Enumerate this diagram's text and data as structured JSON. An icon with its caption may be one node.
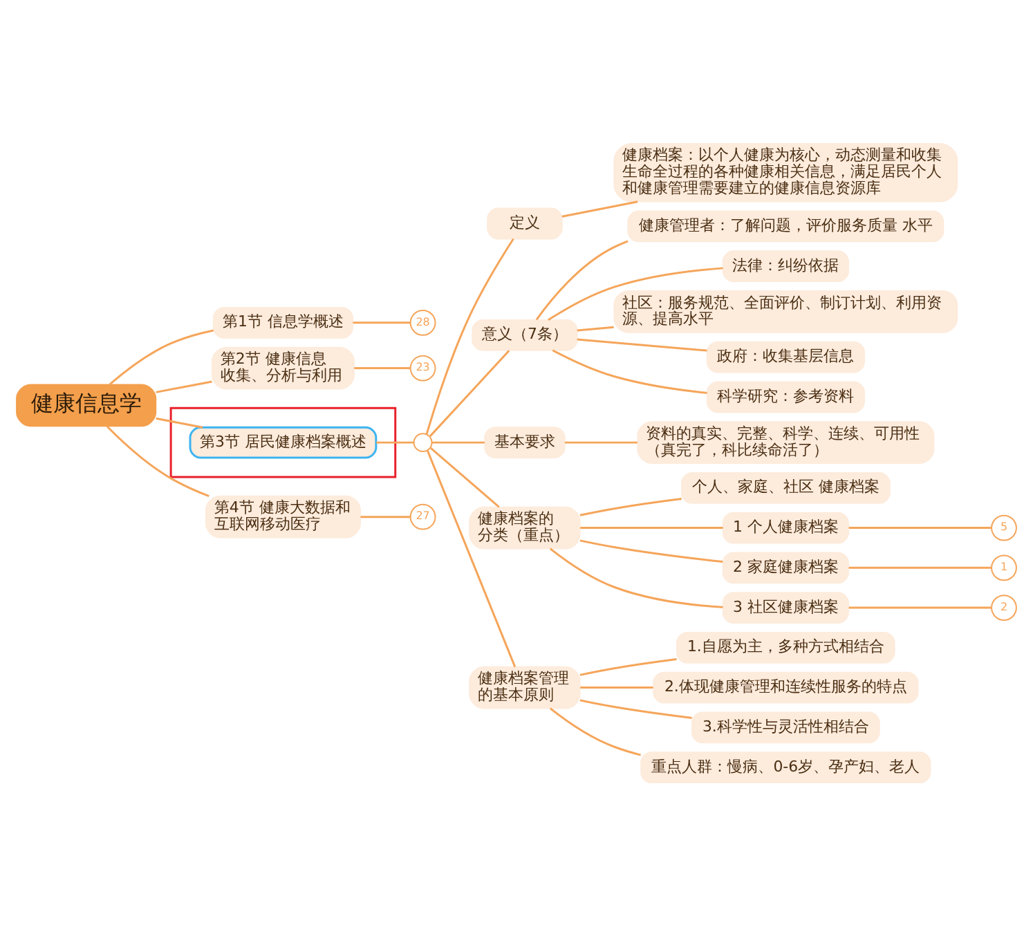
{
  "diagram": {
    "nodes": [
      {
        "text": [
          "健康信息学"
        ]
      },
      {
        "text": [
          "第1节 信息学概述"
        ]
      },
      {
        "text": [
          "28"
        ]
      },
      {
        "text": [
          "第2节 健康信息收集、分析与利用"
        ]
      },
      {
        "text": [
          "23"
        ]
      },
      {
        "text": [],
        "shape": "box"
      },
      {
        "text": [
          "第3节 居民健康档案概述"
        ],
        "in": 5
      },
      {
        "text": [],
        "shape": "circle"
      },
      {
        "text": [
          "定义"
        ]
      },
      {
        "text": [
          "健康档案：以个人健康为核心，动态测量和收集生命全过程的各种健康相关信息，满足居民个人和健康管理需要建立的健康信息资源库"
        ]
      },
      {
        "text": [
          "意义（7条）"
        ]
      },
      {
        "text": [
          "健康管理者：了解问题，评价服务质量 水平"
        ]
      },
      {
        "text": [
          "法律：纠纷依据"
        ]
      },
      {
        "text": [
          "社区：服务规范、全面评价、制订计划、利用资源、提高水平"
        ]
      },
      {
        "text": [
          "政府：收集基层信息"
        ]
      },
      {
        "text": [
          "科学研究：参考资料"
        ]
      },
      {
        "text": [
          "基本要求"
        ]
      },
      {
        "text": [
          "资料的真实、完整、科学、连续、可用性（真完了，科比续命活了）"
        ]
      },
      {
        "text": [
          "健康档案的分类（重点）"
        ]
      },
      {
        "text": [
          "个人、家庭、社区 健康档案"
        ]
      },
      {
        "text": [
          "1 个人健康档案"
        ]
      },
      {
        "text": [
          "5"
        ]
      },
      {
        "text": [
          "2 家庭健康档案"
        ]
      },
      {
        "text": [
          "1"
        ]
      },
      {
        "text": [
          "3 社区健康档案"
        ]
      },
      {
        "text": [
          "2"
        ]
      },
      {
        "text": [
          "健康档案管理的基本原则"
        ]
      },
      {
        "text": [
          "1.自愿为主，多种方式相结合"
        ]
      },
      {
        "text": [
          "2.体现健康管理和连续性服务的特点"
        ]
      },
      {
        "text": [
          "3.科学性与灵活性相结合"
        ]
      },
      {
        "text": [
          "重点人群：慢病、0-6岁、孕产妇、老人"
        ]
      },
      {
        "text": [
          "第4节 健康大数据和互联网移动医疗"
        ]
      },
      {
        "text": [
          "27"
        ]
      }
    ],
    "edges": [
      {
        "from": 0,
        "to": 1,
        "arrow": "none"
      },
      {
        "from": 1,
        "to": 2,
        "arrow": "none"
      },
      {
        "from": 0,
        "to": 3,
        "arrow": "none"
      },
      {
        "from": 3,
        "to": 4,
        "arrow": "none"
      },
      {
        "from": 0,
        "to": 6,
        "arrow": "none"
      },
      {
        "from": 6,
        "to": 7,
        "arrow": "none"
      },
      {
        "from": 7,
        "to": 8,
        "arrow": "none"
      },
      {
        "from": 8,
        "to": 9,
        "arrow": "none"
      },
      {
        "from": 7,
        "to": 10,
        "arrow": "none"
      },
      {
        "from": 10,
        "to": 11,
        "arrow": "none"
      },
      {
        "from": 10,
        "to": 12,
        "arrow": "none"
      },
      {
        "from": 10,
        "to": 13,
        "arrow": "none"
      },
      {
        "from": 10,
        "to": 14,
        "arrow": "none"
      },
      {
        "from": 10,
        "to": 15,
        "arrow": "none"
      },
      {
        "from": 7,
        "to": 16,
        "arrow": "none"
      },
      {
        "from": 16,
        "to": 17,
        "arrow": "none"
      },
      {
        "from": 7,
        "to": 18,
        "arrow": "none"
      },
      {
        "from": 18,
        "to": 19,
        "arrow": "none"
      },
      {
        "from": 18,
        "to": 20,
        "arrow": "none"
      },
      {
        "from": 20,
        "to": 21,
        "arrow": "none"
      },
      {
        "from": 18,
        "to": 22,
        "arrow": "none"
      },
      {
        "from": 22,
        "to": 23,
        "arrow": "none"
      },
      {
        "from": 18,
        "to": 24,
        "arrow": "none"
      },
      {
        "from": 24,
        "to": 25,
        "arrow": "none"
      },
      {
        "from": 7,
        "to": 26,
        "arrow": "none"
      },
      {
        "from": 26,
        "to": 27,
        "arrow": "none"
      },
      {
        "from": 26,
        "to": 28,
        "arrow": "none"
      },
      {
        "from": 26,
        "to": 29,
        "arrow": "none"
      },
      {
        "from": 26,
        "to": 30,
        "arrow": "none"
      },
      {
        "from": 0,
        "to": 31,
        "arrow": "none"
      },
      {
        "from": 31,
        "to": 32,
        "arrow": "none"
      }
    ]
  }
}
